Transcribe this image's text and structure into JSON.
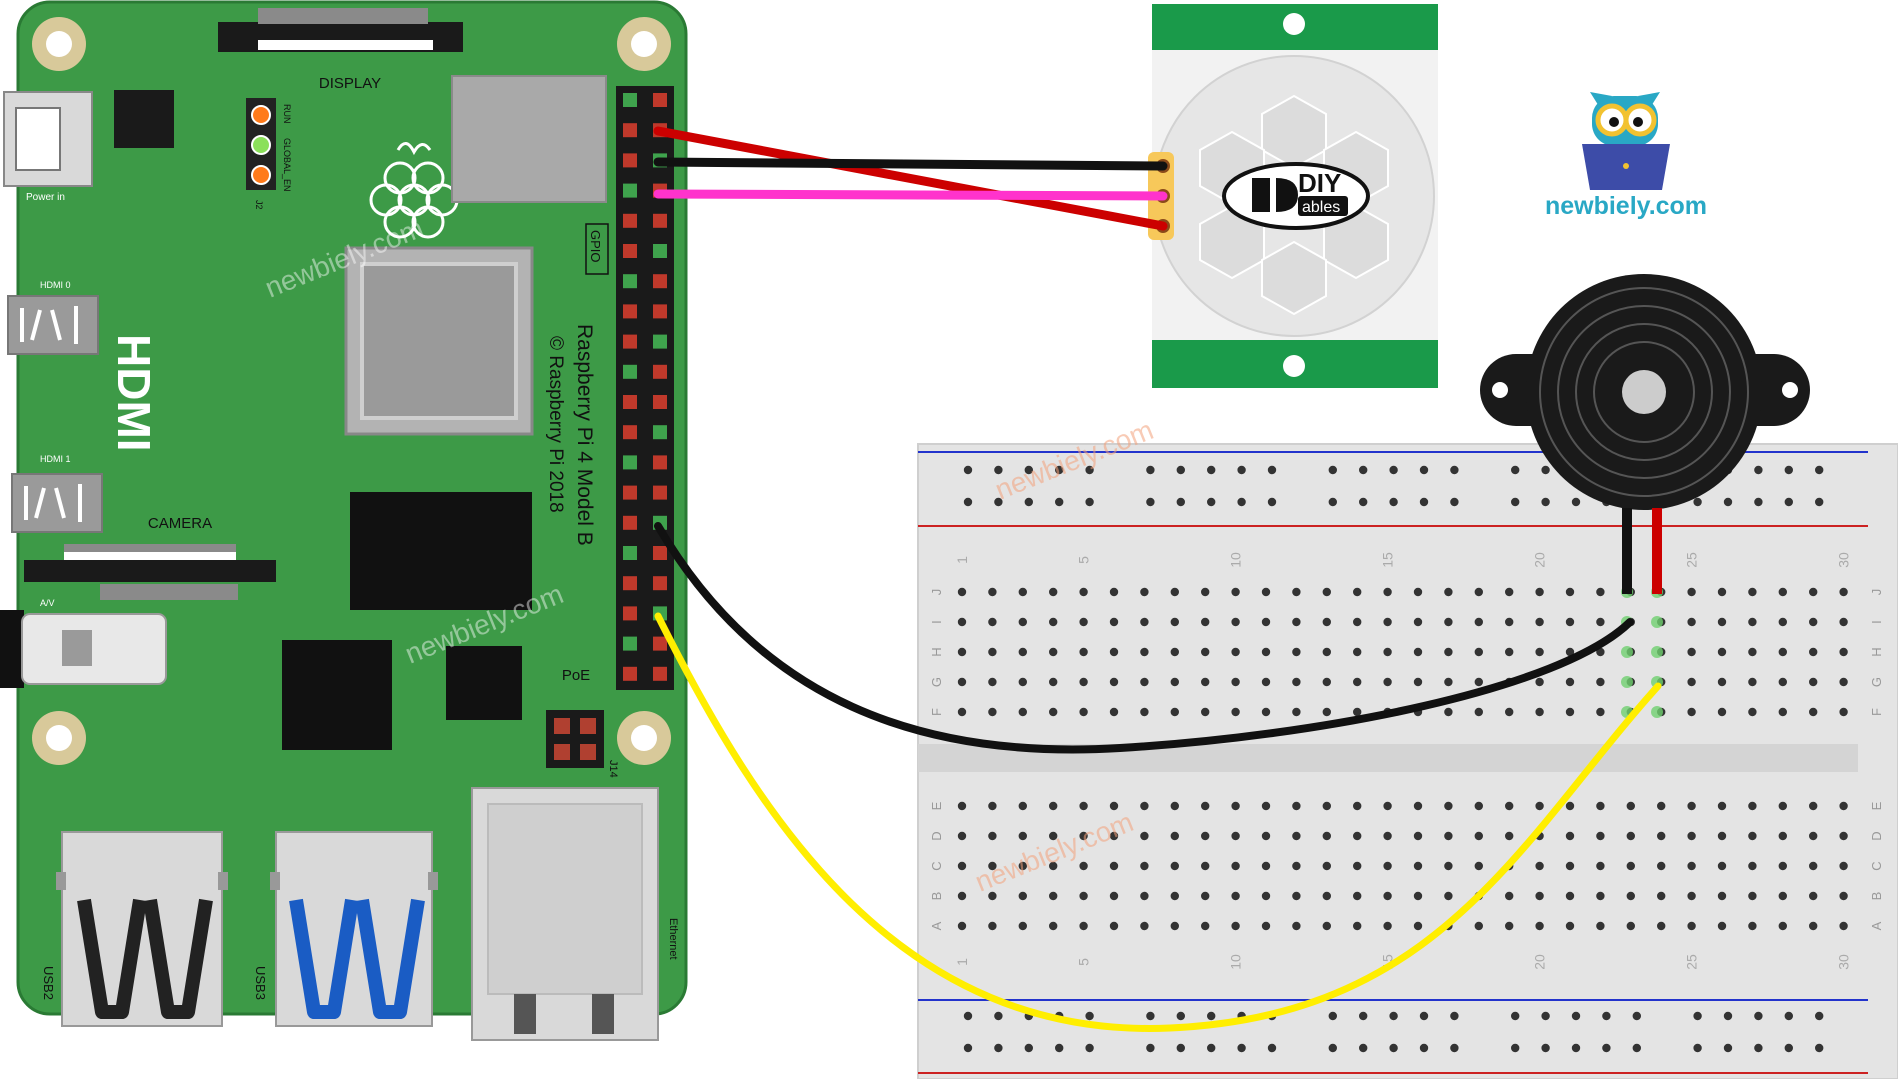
{
  "board": {
    "display_label": "DISPLAY",
    "camera_label": "CAMERA",
    "hdmi_label": "HDMI",
    "hdmi0_label": "HDMI 0",
    "hdmi1_label": "HDMI 1",
    "power_label": "Power in",
    "gpio_label": "GPIO",
    "poe_label": "PoE",
    "j14_label": "J14",
    "j2_label": "J2",
    "run_label": "RUN",
    "global_en_label": "GLOBAL_EN",
    "av_label": "A/V",
    "model_label": "Raspberry Pi 4 Model B",
    "copyright_label": "© Raspberry Pi 2018",
    "usb2_label": "USB2",
    "usb3_label": "USB3",
    "ethernet_label": "Ethernet"
  },
  "sensor": {
    "logo_top": "DIY",
    "logo_bottom": "ables"
  },
  "brand": {
    "site": "newbiely.com"
  },
  "watermark": "newbiely.com",
  "breadboard": {
    "row_letters_top": [
      "J",
      "I",
      "H",
      "G",
      "F"
    ],
    "row_letters_bottom": [
      "E",
      "D",
      "C",
      "B",
      "A"
    ],
    "column_numbers": [
      "1",
      "5",
      "10",
      "15",
      "20",
      "25",
      "30"
    ]
  },
  "colors": {
    "board_green": "#3d9a47",
    "wire_red": "#cc0000",
    "wire_black": "#111111",
    "wire_magenta": "#ff33cc",
    "wire_yellow": "#ffee00",
    "brand_teal": "#29a8c5"
  }
}
